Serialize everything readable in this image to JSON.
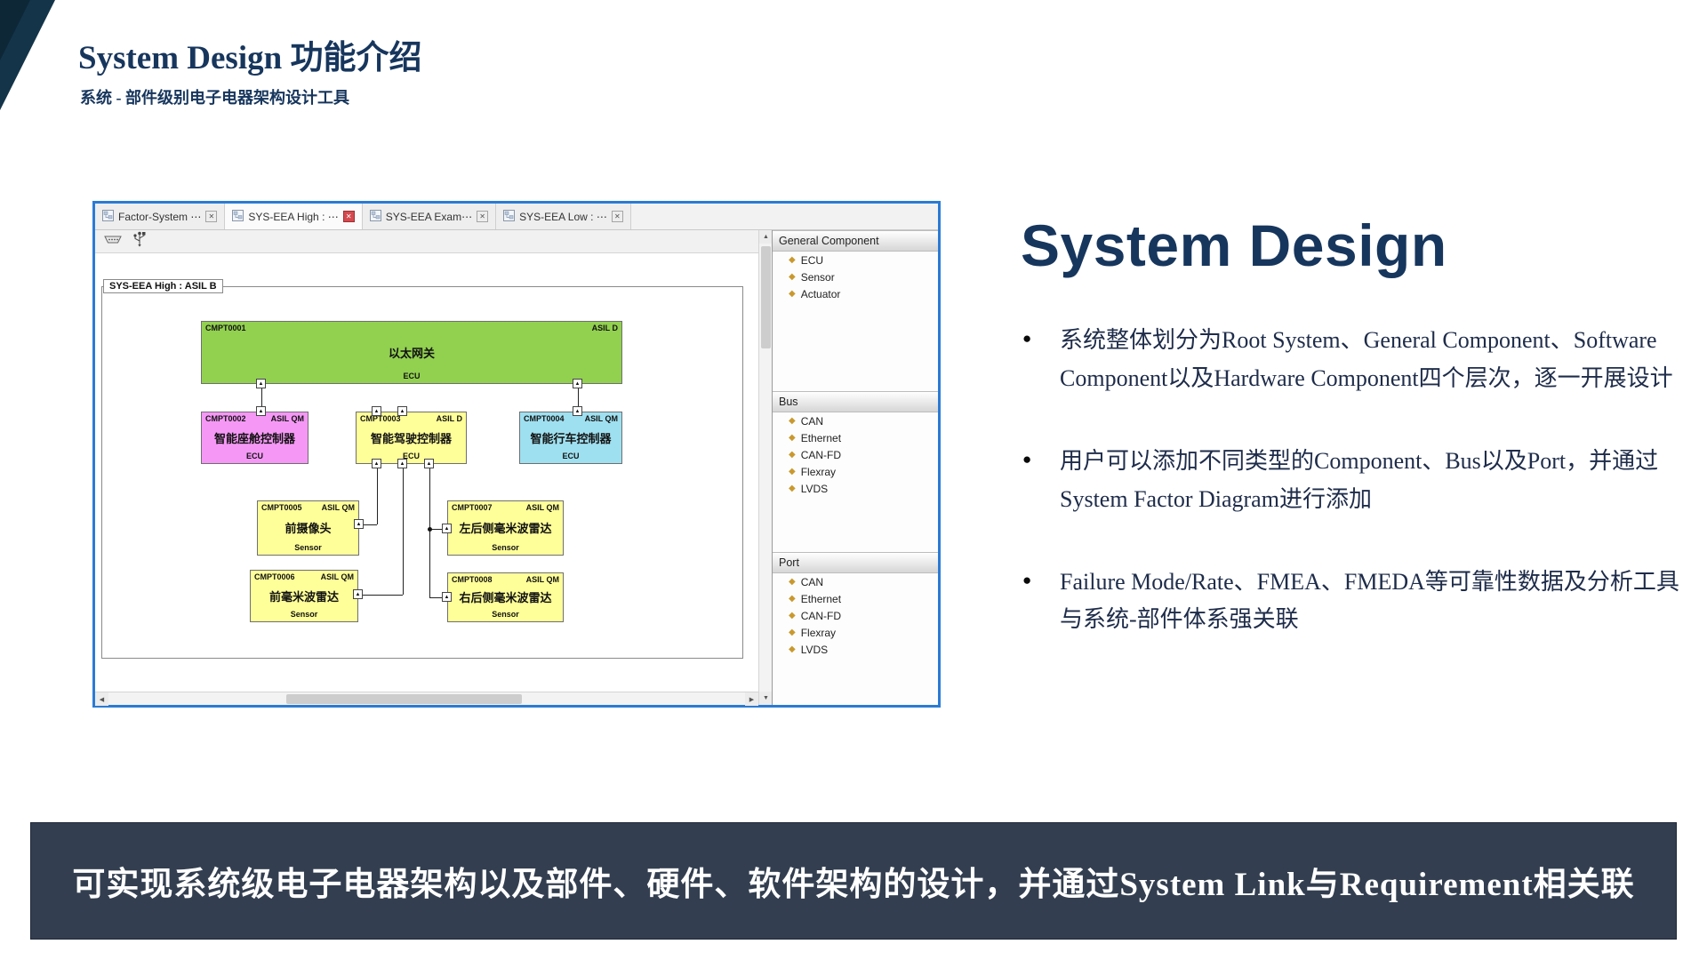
{
  "slide": {
    "title": "System Design 功能介绍",
    "subtitle": "系统 - 部件级别电子电器架构设计工具",
    "section_title": "System Design",
    "bullets": [
      "系统整体划分为Root System、General Component、Software Component以及Hardware Component四个层次，逐一开展设计",
      "用户可以添加不同类型的Component、Bus以及Port，并通过System Factor Diagram进行添加",
      "Failure Mode/Rate、FMEA、FMEDA等可靠性数据及分析工具与系统-部件体系强关联"
    ],
    "footer": "可实现系统级电子电器架构以及部件、硬件、软件架构的设计，并通过System Link与Requirement相关联"
  },
  "app": {
    "tabs": [
      {
        "label": "Factor-System ⋯"
      },
      {
        "label": "SYS-EEA High : ⋯"
      },
      {
        "label": "SYS-EEA Exam⋯"
      },
      {
        "label": "SYS-EEA Low : ⋯"
      }
    ],
    "canvas": {
      "diagram_label": "SYS-EEA High : ASIL B",
      "boxes": [
        {
          "id": "CMPT0001",
          "asil": "ASIL D",
          "name": "以太网关",
          "type": "ECU",
          "color": "#92d050"
        },
        {
          "id": "CMPT0002",
          "asil": "ASIL QM",
          "name": "智能座舱控制器",
          "type": "ECU",
          "color": "#f598f5"
        },
        {
          "id": "CMPT0003",
          "asil": "ASIL D",
          "name": "智能驾驶控制器",
          "type": "ECU",
          "color": "#ffff99"
        },
        {
          "id": "CMPT0004",
          "asil": "ASIL QM",
          "name": "智能行车控制器",
          "type": "ECU",
          "color": "#9fe0f0"
        },
        {
          "id": "CMPT0005",
          "asil": "ASIL QM",
          "name": "前摄像头",
          "type": "Sensor",
          "color": "#ffff99"
        },
        {
          "id": "CMPT0006",
          "asil": "ASIL QM",
          "name": "前毫米波雷达",
          "type": "Sensor",
          "color": "#ffff99"
        },
        {
          "id": "CMPT0007",
          "asil": "ASIL QM",
          "name": "左后侧毫米波雷达",
          "type": "Sensor",
          "color": "#ffff99"
        },
        {
          "id": "CMPT0008",
          "asil": "ASIL QM",
          "name": "右后侧毫米波雷达",
          "type": "Sensor",
          "color": "#ffff99"
        }
      ]
    },
    "palette": {
      "sections": [
        {
          "title": "General Component",
          "items": [
            "ECU",
            "Sensor",
            "Actuator"
          ]
        },
        {
          "title": "Bus",
          "items": [
            "CAN",
            "Ethernet",
            "CAN-FD",
            "Flexray",
            "LVDS"
          ]
        },
        {
          "title": "Port",
          "items": [
            "CAN",
            "Ethernet",
            "CAN-FD",
            "Flexray",
            "LVDS"
          ]
        }
      ]
    }
  },
  "icons": {
    "close": "✕",
    "up": "▲",
    "down": "▼",
    "left": "◀",
    "right": "▶",
    "diamond": "◆",
    "port": "▲",
    "bullet": "●"
  },
  "colors": {
    "accent_navy": "#17365d",
    "banner_bg": "#333f50",
    "app_border": "#2b7bd4",
    "diamond_gold": "#c9992e"
  }
}
